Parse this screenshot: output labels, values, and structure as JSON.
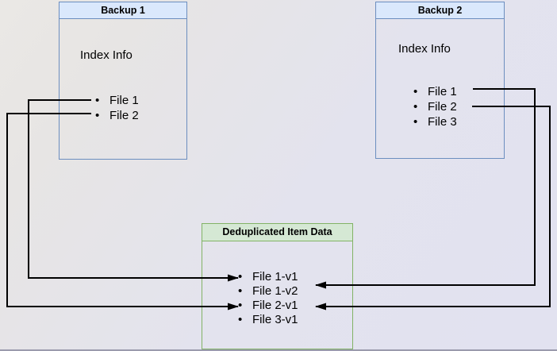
{
  "bullet": "•",
  "colors": {
    "blue_header_fill": "#dae8fc",
    "blue_border": "#6c8ebf",
    "green_header_fill": "#d5e8d4",
    "green_border": "#82b366",
    "arrow": "#000000",
    "background": "#e5e4ec"
  },
  "backup1": {
    "title": "Backup 1",
    "subtitle": "Index Info",
    "items": [
      "File 1",
      "File 2"
    ]
  },
  "backup2": {
    "title": "Backup 2",
    "subtitle": "Index Info",
    "items": [
      "File 1",
      "File 2",
      "File 3"
    ]
  },
  "dedup": {
    "title": "Deduplicated Item Data",
    "items": [
      "File 1-v1",
      "File 1-v2",
      "File 2-v1",
      "File 3-v1"
    ]
  },
  "connections": [
    {
      "from": "Backup 1 / File 1",
      "to": "File 1-v1"
    },
    {
      "from": "Backup 1 / File 2",
      "to": "File 2-v1"
    },
    {
      "from": "Backup 2 / File 1",
      "to": "File 1-v2"
    },
    {
      "from": "Backup 2 / File 2",
      "to": "File 2-v1"
    }
  ]
}
